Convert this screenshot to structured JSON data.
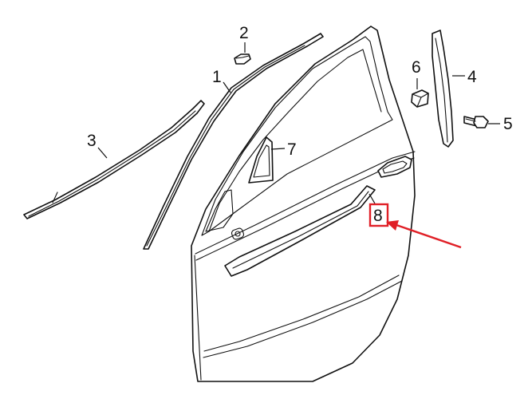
{
  "diagram": {
    "callouts": {
      "c1": "1",
      "c2": "2",
      "c3": "3",
      "c4": "4",
      "c5": "5",
      "c6": "6",
      "c7": "7",
      "c8": "8"
    },
    "highlighted_callout": "8",
    "highlight_color": "#e01f26",
    "line_color": "#111111",
    "background_color": "#ffffff"
  }
}
